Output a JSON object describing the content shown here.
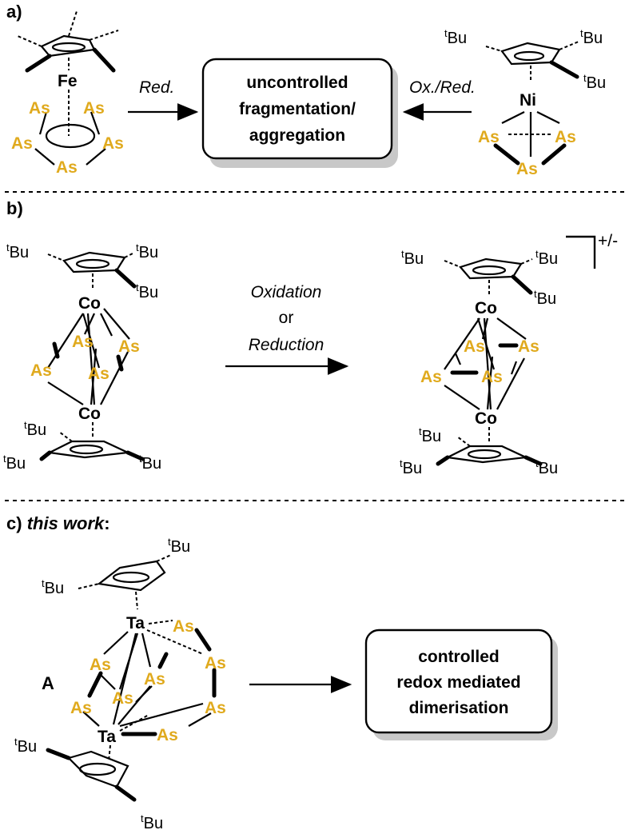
{
  "panels": {
    "a": {
      "label": "a)",
      "left_metal": "Fe",
      "right_metal": "Ni",
      "as_atom": "As",
      "arrow_left_label": "Red.",
      "arrow_right_label": "Ox./Red.",
      "box_lines": [
        "uncontrolled",
        "fragmentation/",
        "aggregation"
      ],
      "tbu_base": "Bu",
      "tbu_sup": "t"
    },
    "b": {
      "label": "b)",
      "metal": "Co",
      "as_atom": "As",
      "arrow_lines": [
        "Oxidation",
        "or",
        "Reduction"
      ],
      "charge": "+/-",
      "tbu_base": "Bu",
      "tbu_sup": "t"
    },
    "c": {
      "label_prefix": "c) ",
      "label_italic": "this work",
      "label_suffix": ":",
      "compound_label": "A",
      "metal": "Ta",
      "as_atom": "As",
      "box_lines": [
        "controlled",
        "redox mediated",
        "dimerisation"
      ],
      "tbu_base": "Bu",
      "tbu_sup": "t"
    }
  },
  "colors": {
    "arsenic": "#e0aa1e",
    "ink": "#000000",
    "box_shadow": "#c8c8c8"
  }
}
